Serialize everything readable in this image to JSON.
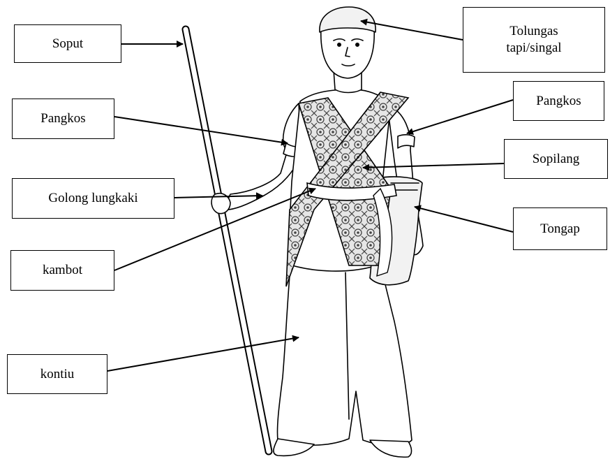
{
  "labels": {
    "soput": "Soput",
    "pangkos_left": "Pangkos",
    "golong": "Golong lungkaki",
    "kambot": "kambot",
    "kontiu": "kontiu",
    "tolungas": "Tolungas\ntapi/singal",
    "pangkos_right": "Pangkos",
    "sopilang": "Sopilang",
    "tongap": "Tongap"
  },
  "colors": {
    "line": "#000000",
    "sash_pattern": "#555555",
    "sash_fill": "#d9d9d9"
  }
}
